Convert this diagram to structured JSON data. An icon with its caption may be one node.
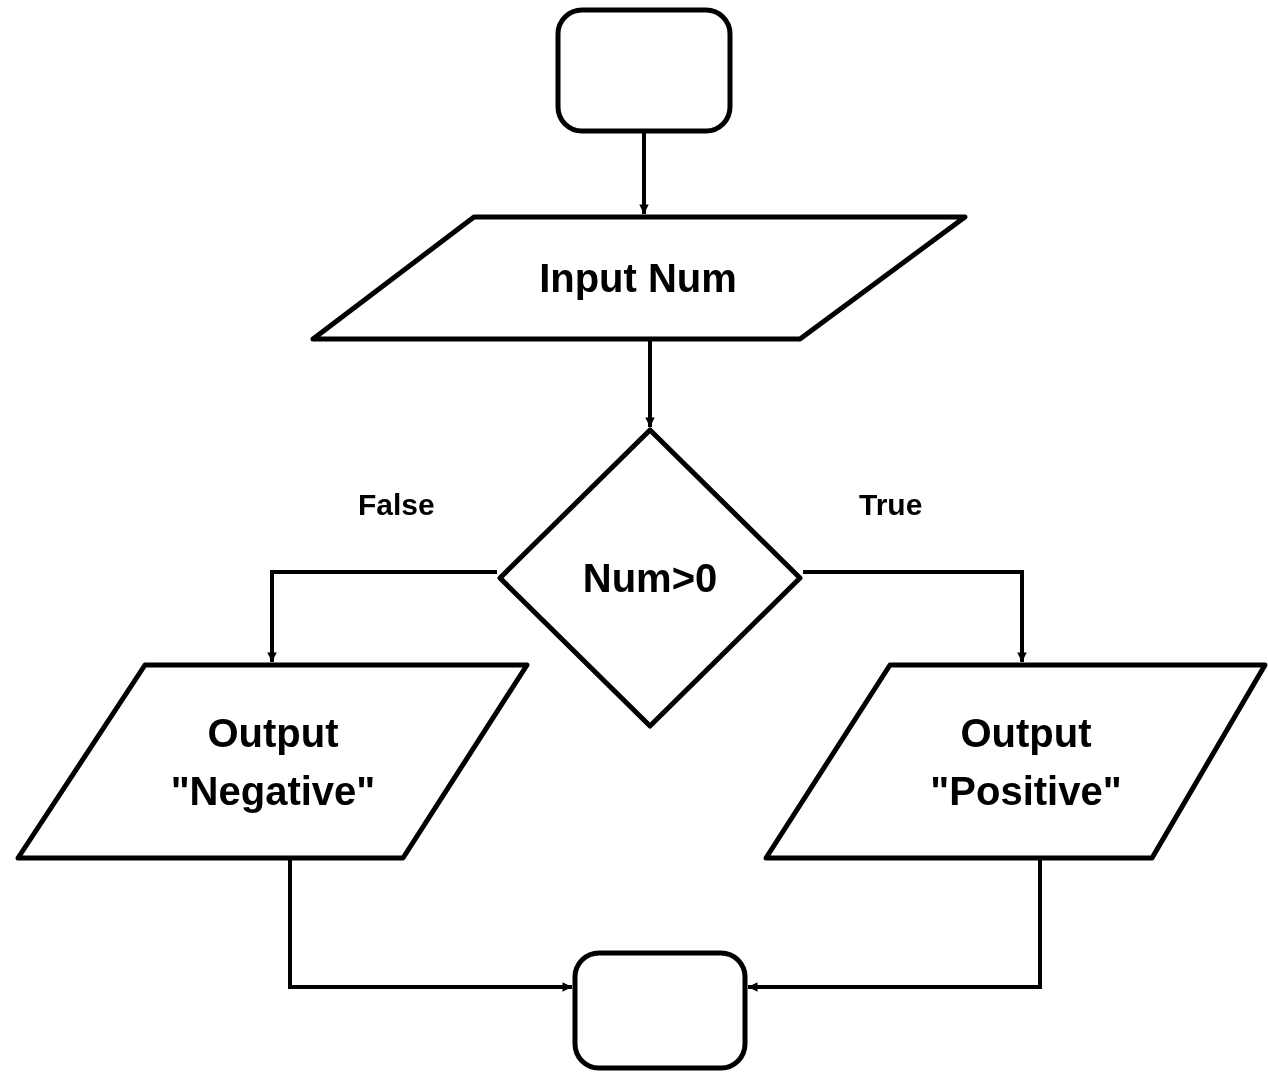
{
  "diagram": {
    "nodes": [
      {
        "text": [],
        "shape": "box"
      },
      {
        "text": [
          "Input Num"
        ]
      },
      {
        "text": [
          "Num>0"
        ]
      },
      {
        "text": [
          "Output \"Negative\""
        ]
      },
      {
        "text": [
          "Output \"Positive\""
        ]
      },
      {
        "text": [],
        "shape": "box"
      }
    ],
    "edges": [
      {
        "from": 0,
        "to": 1,
        "arrow": "to"
      },
      {
        "from": 1,
        "to": 2,
        "arrow": "to"
      },
      {
        "from": 2,
        "to": 3,
        "arrow": "to",
        "label": "False"
      },
      {
        "from": 2,
        "to": 4,
        "arrow": "to",
        "label": "True"
      },
      {
        "from": 3,
        "to": 5,
        "arrow": "to"
      },
      {
        "from": 4,
        "to": 5,
        "arrow": "to"
      }
    ]
  }
}
